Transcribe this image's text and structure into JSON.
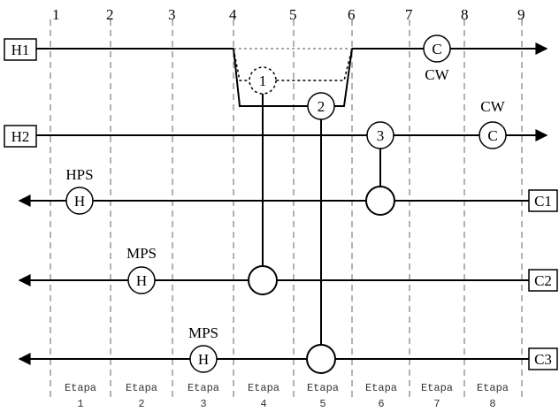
{
  "interval_labels": [
    "1",
    "2",
    "3",
    "4",
    "5",
    "6",
    "7",
    "8",
    "9"
  ],
  "hot_streams": [
    "H1",
    "H2"
  ],
  "cold_streams": [
    "C1",
    "C2",
    "C3"
  ],
  "exchangers": [
    "1",
    "2",
    "3"
  ],
  "utilities": {
    "h1_cooler": {
      "symbol": "C",
      "label": "CW"
    },
    "h2_cooler": {
      "symbol": "C",
      "label": "CW"
    },
    "c1_heater": {
      "symbol": "H",
      "label": "HPS"
    },
    "c2_heater": {
      "symbol": "H",
      "label": "MPS"
    },
    "c3_heater": {
      "symbol": "H",
      "label": "MPS"
    }
  },
  "stages": [
    {
      "word": "Etapa",
      "num": "1"
    },
    {
      "word": "Etapa",
      "num": "2"
    },
    {
      "word": "Etapa",
      "num": "3"
    },
    {
      "word": "Etapa",
      "num": "4"
    },
    {
      "word": "Etapa",
      "num": "5"
    },
    {
      "word": "Etapa",
      "num": "6"
    },
    {
      "word": "Etapa",
      "num": "7"
    },
    {
      "word": "Etapa",
      "num": "8"
    }
  ]
}
